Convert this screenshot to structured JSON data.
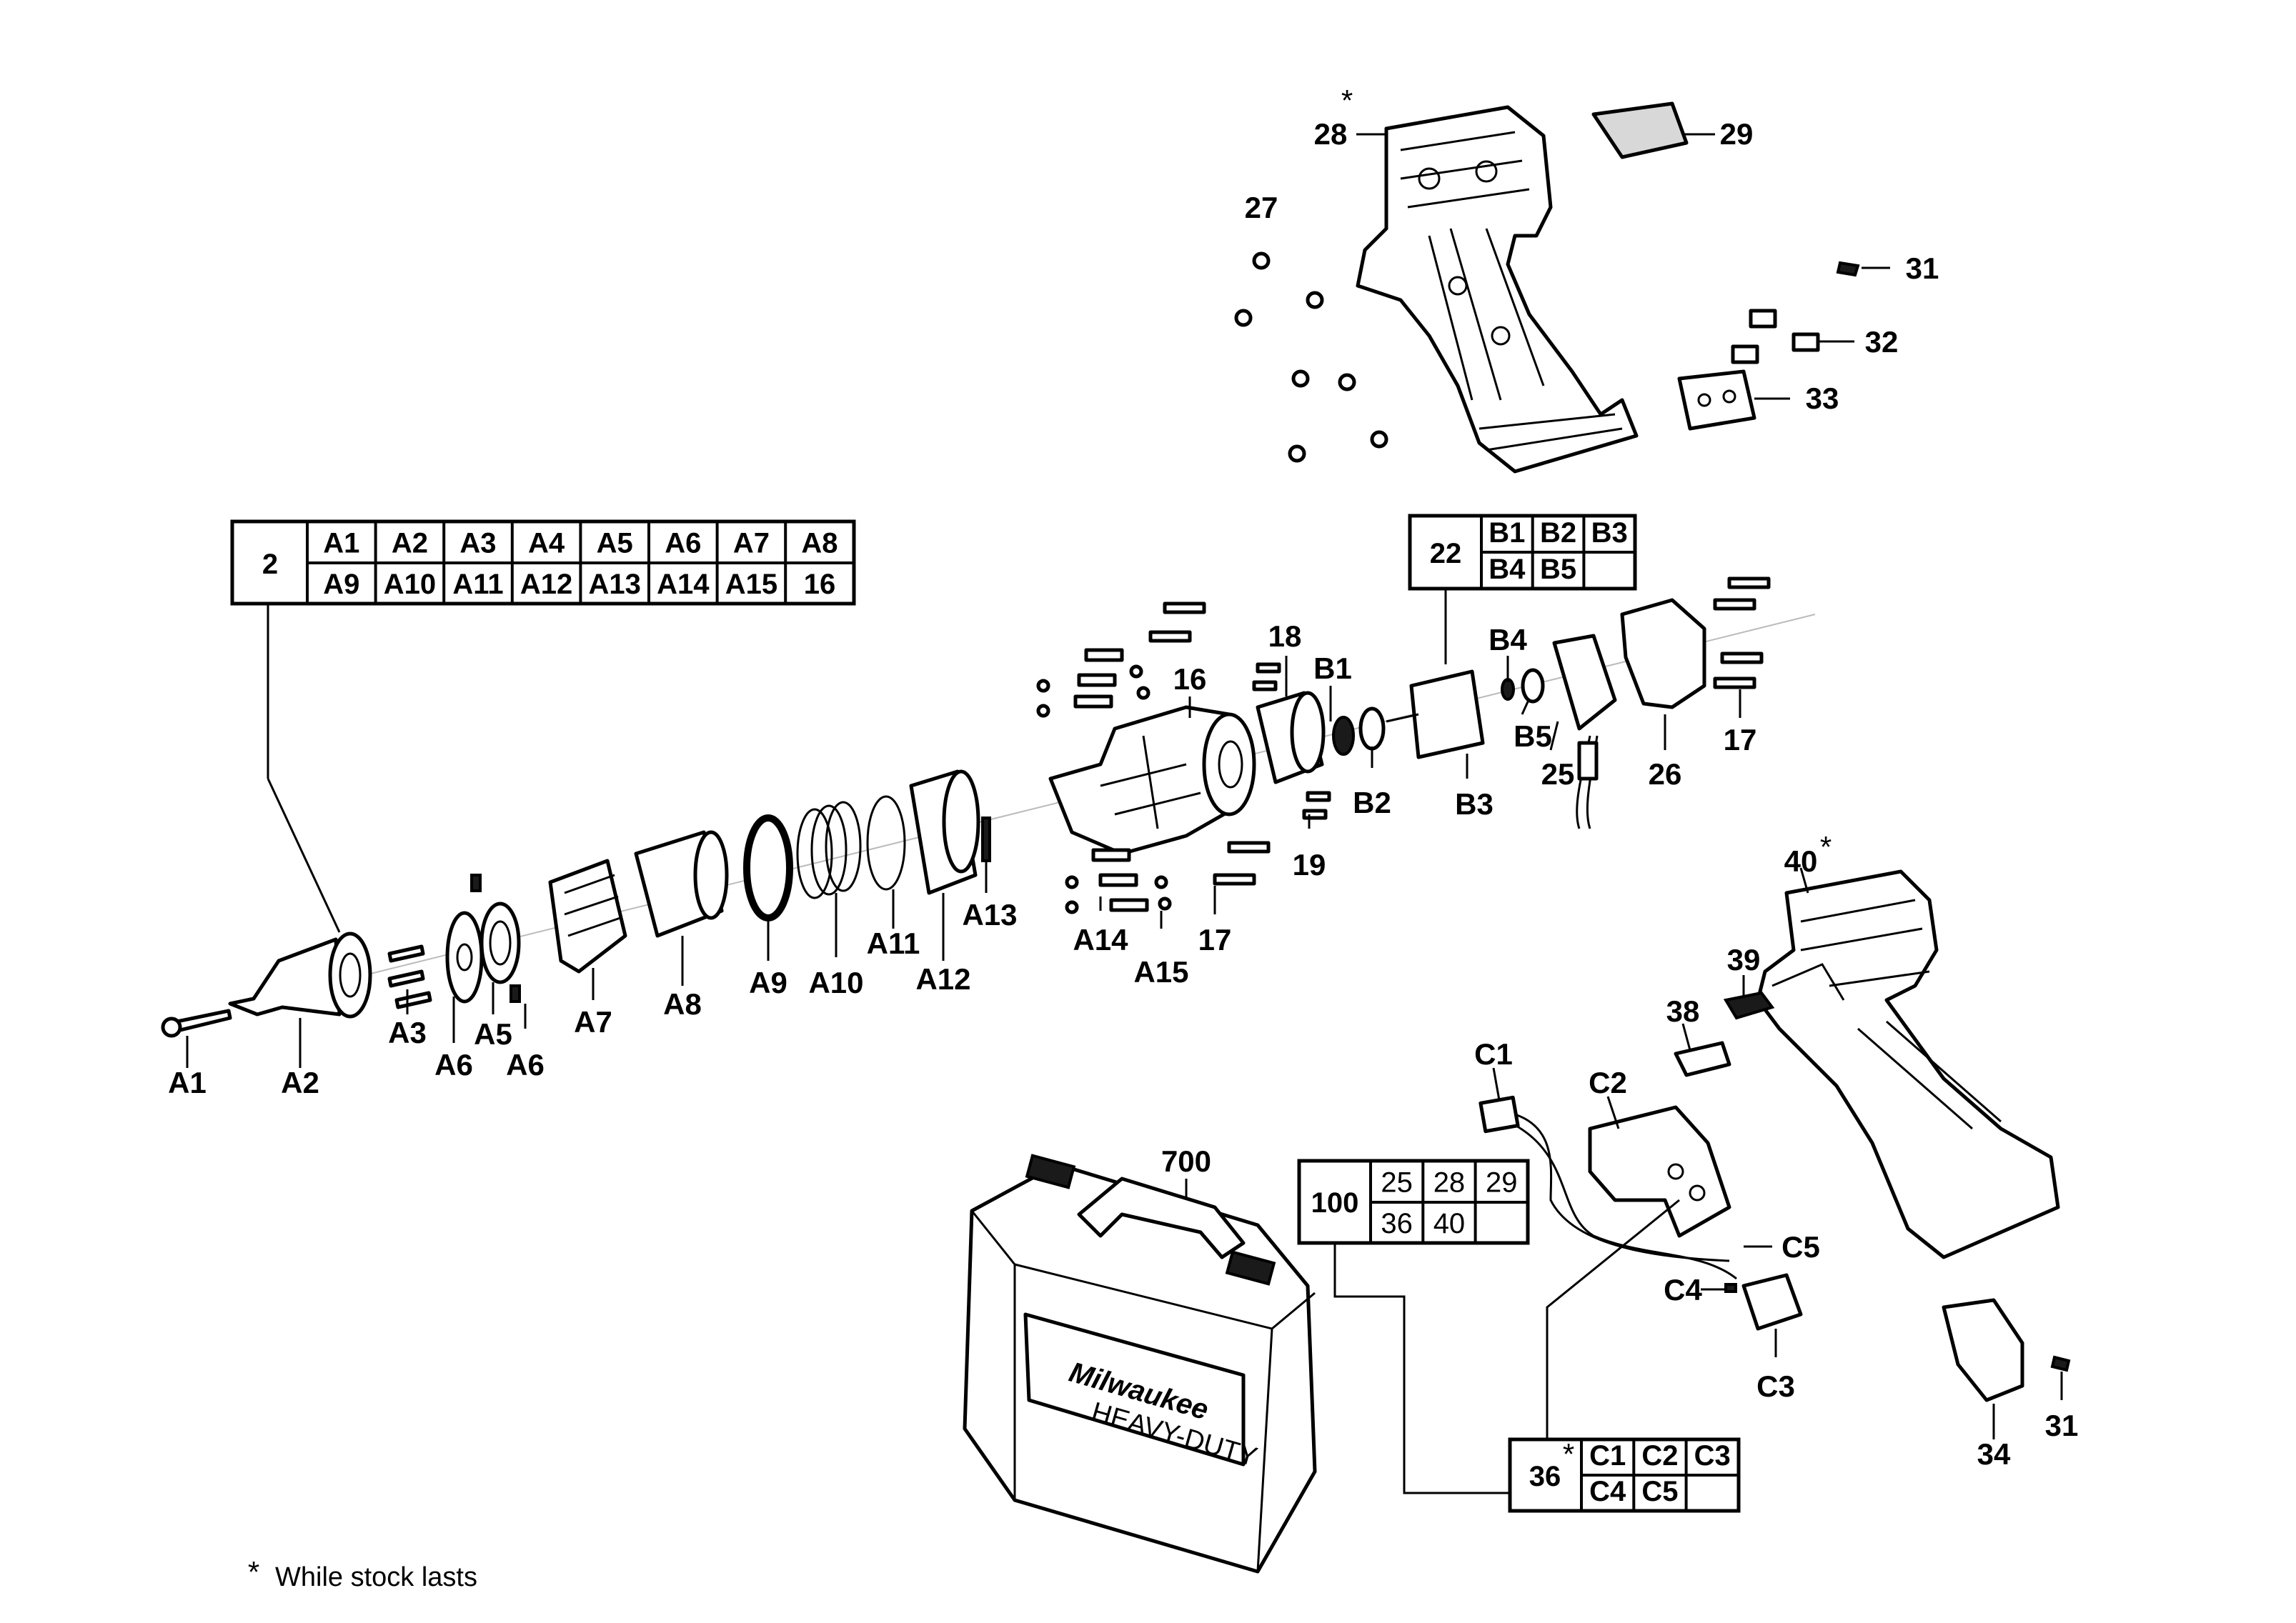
{
  "labels": {
    "l27": "27",
    "l28": "28",
    "l29": "29",
    "l31a": "31",
    "l32": "32",
    "l33": "33",
    "l18": "18",
    "l16": "16",
    "lB1": "B1",
    "lB4": "B4",
    "lB5": "B5",
    "lB2": "B2",
    "lB3": "B3",
    "l25": "25",
    "l26": "26",
    "l17a": "17",
    "l19": "19",
    "l17b": "17",
    "lA1": "A1",
    "lA2": "A2",
    "lA3": "A3",
    "lA6a": "A6",
    "lA5": "A5",
    "lA6b": "A6",
    "lA7": "A7",
    "lA8": "A8",
    "lA9": "A9",
    "lA10": "A10",
    "lA11": "A11",
    "lA12": "A12",
    "lA13": "A13",
    "lA14": "A14",
    "lA15": "A15",
    "l40": "40",
    "l39": "39",
    "l38": "38",
    "lC1": "C1",
    "lC2": "C2",
    "lC5": "C5",
    "lC4": "C4",
    "lC3": "C3",
    "l34": "34",
    "l31b": "31",
    "l700": "700"
  },
  "asterisk": "*",
  "table_2": {
    "main": "2",
    "row1": [
      "A1",
      "A2",
      "A3",
      "A4",
      "A5",
      "A6",
      "A7",
      "A8"
    ],
    "row2": [
      "A9",
      "A10",
      "A11",
      "A12",
      "A13",
      "A14",
      "A15",
      "16"
    ]
  },
  "table_22": {
    "main": "22",
    "row1": [
      "B1",
      "B2",
      "B3"
    ],
    "row2": [
      "B4",
      "B5",
      ""
    ]
  },
  "table_100": {
    "main": "100",
    "row1": [
      "25",
      "28",
      "29"
    ],
    "row2": [
      "36",
      "40",
      ""
    ]
  },
  "table_36": {
    "main": "36",
    "row1": [
      "C1",
      "C2",
      "C3"
    ],
    "row2": [
      "C4",
      "C5",
      ""
    ]
  },
  "case_brand": "Milwaukee",
  "case_sub": "HEAVY-DUTY",
  "footnote": "While stock lasts"
}
